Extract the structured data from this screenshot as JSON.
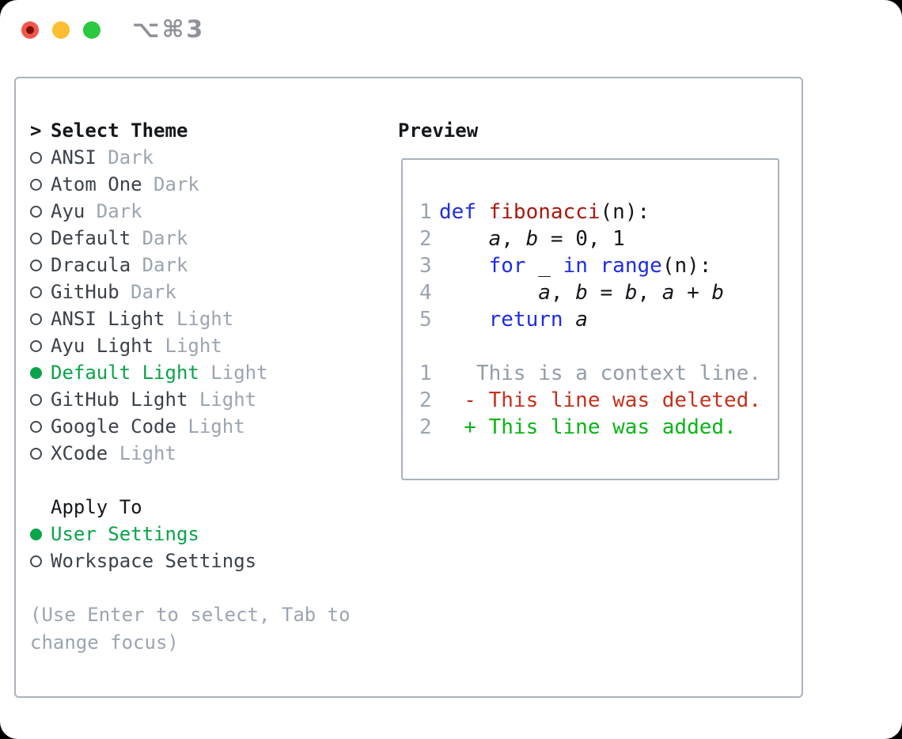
{
  "colors": {
    "selection_green": "#0aa44a",
    "added_green": "#0bb516",
    "deleted_red": "#c5321c",
    "keyword_blue": "#1e2de0",
    "function_red": "#a81a10",
    "muted_gray": "#9ba5b1",
    "context_gray": "#939da8",
    "text_dark": "#3b424b",
    "heading_black": "#15181c",
    "border_gray": "#aab2bc",
    "traffic_red": "#f2564d",
    "traffic_yellow": "#fdbd30",
    "traffic_green": "#2bc840",
    "shortcut_gray": "#8f9399"
  },
  "window": {
    "shortcut": "⌥⌘3"
  },
  "theme_panel": {
    "prompt": ">",
    "title": "Select Theme",
    "items": [
      {
        "label": "ANSI",
        "variant": "Dark",
        "selected": false
      },
      {
        "label": "Atom One",
        "variant": "Dark",
        "selected": false
      },
      {
        "label": "Ayu",
        "variant": "Dark",
        "selected": false
      },
      {
        "label": "Default",
        "variant": "Dark",
        "selected": false
      },
      {
        "label": "Dracula",
        "variant": "Dark",
        "selected": false
      },
      {
        "label": "GitHub",
        "variant": "Dark",
        "selected": false
      },
      {
        "label": "ANSI Light",
        "variant": "Light",
        "selected": false
      },
      {
        "label": "Ayu Light",
        "variant": "Light",
        "selected": false
      },
      {
        "label": "Default Light",
        "variant": "Light",
        "selected": true
      },
      {
        "label": "GitHub Light",
        "variant": "Light",
        "selected": false
      },
      {
        "label": "Google Code",
        "variant": "Light",
        "selected": false
      },
      {
        "label": "XCode",
        "variant": "Light",
        "selected": false
      }
    ]
  },
  "apply_to": {
    "title": "Apply To",
    "options": [
      {
        "label": "User Settings",
        "selected": true
      },
      {
        "label": "Workspace Settings",
        "selected": false
      }
    ]
  },
  "hint": {
    "text": "(Use Enter to select, Tab to change focus)"
  },
  "preview": {
    "title": "Preview",
    "lines": [
      {
        "num": "1",
        "segments": [
          [
            "keyword",
            "def"
          ],
          [
            "plain",
            " "
          ],
          [
            "function",
            "fibonacci"
          ],
          [
            "plain",
            "(n):"
          ]
        ]
      },
      {
        "num": "2",
        "segments": [
          [
            "plain",
            "    "
          ],
          [
            "variable",
            "a"
          ],
          [
            "plain",
            ", "
          ],
          [
            "variable",
            "b"
          ],
          [
            "plain",
            " = 0, 1"
          ]
        ]
      },
      {
        "num": "3",
        "segments": [
          [
            "plain",
            "    "
          ],
          [
            "keyword",
            "for"
          ],
          [
            "plain",
            " _ "
          ],
          [
            "keyword",
            "in"
          ],
          [
            "plain",
            " "
          ],
          [
            "keyword",
            "range"
          ],
          [
            "plain",
            "(n):"
          ]
        ]
      },
      {
        "num": "4",
        "segments": [
          [
            "plain",
            "        "
          ],
          [
            "variable",
            "a"
          ],
          [
            "plain",
            ", "
          ],
          [
            "variable",
            "b"
          ],
          [
            "plain",
            " = "
          ],
          [
            "variable",
            "b"
          ],
          [
            "plain",
            ", "
          ],
          [
            "variable",
            "a"
          ],
          [
            "plain",
            " + "
          ],
          [
            "variable",
            "b"
          ]
        ]
      },
      {
        "num": "5",
        "segments": [
          [
            "plain",
            "    "
          ],
          [
            "keyword",
            "return"
          ],
          [
            "plain",
            " "
          ],
          [
            "variable",
            "a"
          ]
        ]
      },
      {
        "num": "",
        "segments": []
      },
      {
        "num": "1",
        "segments": [
          [
            "context",
            "   This is a context line."
          ]
        ]
      },
      {
        "num": "2",
        "segments": [
          [
            "deleted",
            "  - This line was deleted."
          ]
        ]
      },
      {
        "num": "2",
        "segments": [
          [
            "added",
            "  + This line was added."
          ]
        ]
      }
    ]
  }
}
